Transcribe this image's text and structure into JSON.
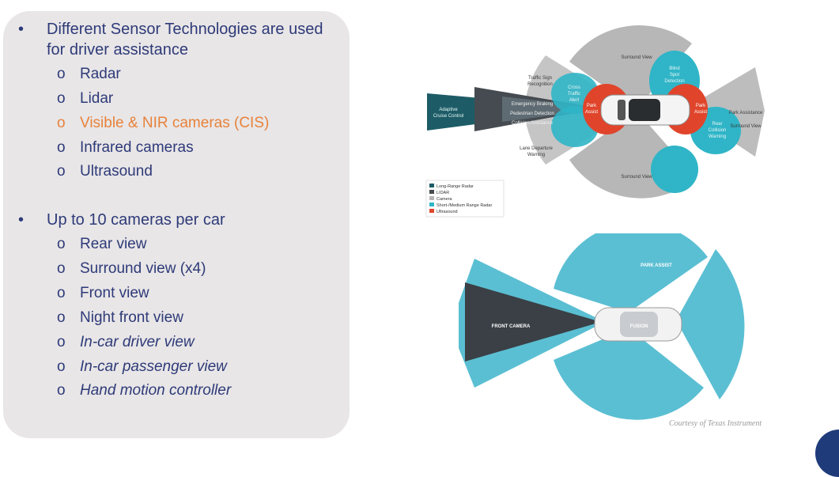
{
  "slide": {
    "bullets": [
      {
        "marker": "•",
        "lines": [
          "Different Sensor Technologies are used",
          "for driver assistance"
        ],
        "subitems": [
          {
            "marker": "o",
            "text": "Radar"
          },
          {
            "marker": "o",
            "text": "Lidar"
          },
          {
            "marker": "o",
            "text": "Visible & NIR cameras (CIS)"
          },
          {
            "marker": "o",
            "text": "Infrared cameras"
          },
          {
            "marker": "o",
            "text": "Ultrasound"
          }
        ]
      },
      {
        "marker": "•",
        "lines": [
          "Up to 10 cameras per car"
        ],
        "subitems": [
          {
            "marker": "o",
            "text": "Rear view"
          },
          {
            "marker": "o",
            "text": "Surround view (x4)"
          },
          {
            "marker": "o",
            "text": "Front view"
          },
          {
            "marker": "o",
            "text": "Night front view"
          },
          {
            "marker": "o",
            "text": "In-car driver view"
          },
          {
            "marker": "o",
            "text": "In-car passenger view"
          },
          {
            "marker": "o",
            "text": "Hand motion controller"
          }
        ]
      }
    ],
    "highlight_color": "#e8823b",
    "text_color": "#2e3a78"
  },
  "diagram_top": {
    "labels": {
      "surround_view_top": "Surround View",
      "surround_view_bottom": "Surround View",
      "traffic_sign_1": "Traffic Sign",
      "traffic_sign_2": "Recognition",
      "cross_traffic_1": "Cross",
      "cross_traffic_2": "Traffic",
      "cross_traffic_3": "Alert",
      "blind_spot_1": "Blind",
      "blind_spot_2": "Spot",
      "blind_spot_3": "Detection",
      "acc_1": "Adaptive",
      "acc_2": "Cruise Control",
      "emergency_braking": "Emergency Braking",
      "pedestrian_detection": "Pedestrian Detection",
      "collision_avoidance": "Collision Avoidance",
      "park_assist_front_1": "Park",
      "park_assist_front_2": "Assist",
      "park_assist_rear_1": "Park",
      "park_assist_rear_2": "Assist",
      "rear_collision_1": "Rear",
      "rear_collision_2": "Collision",
      "rear_collision_3": "Warning",
      "lane_departure_1": "Lane Departure",
      "lane_departure_2": "Warning",
      "park_assistance": "Park Assistance",
      "surround_view_right": "Surround View"
    },
    "legend": [
      {
        "label": "Long-Range Radar",
        "color": "#1d5c66"
      },
      {
        "label": "LIDAR",
        "color": "#454b50"
      },
      {
        "label": "Camera",
        "color": "#b5b5b5"
      },
      {
        "label": "Short-/Medium Range Radar",
        "color": "#2fb5c7"
      },
      {
        "label": "Ultrasound",
        "color": "#e0452c"
      }
    ]
  },
  "diagram_bottom": {
    "labels": {
      "park_assist": "PARK ASSIST",
      "front_camera": "FRONT CAMERA",
      "car_badge": "FUSION"
    },
    "colors": {
      "camera_cyan": "#5bbfd3",
      "front_cone": "#3a4046"
    }
  },
  "credit": "Courtesy of Texas Instrument"
}
